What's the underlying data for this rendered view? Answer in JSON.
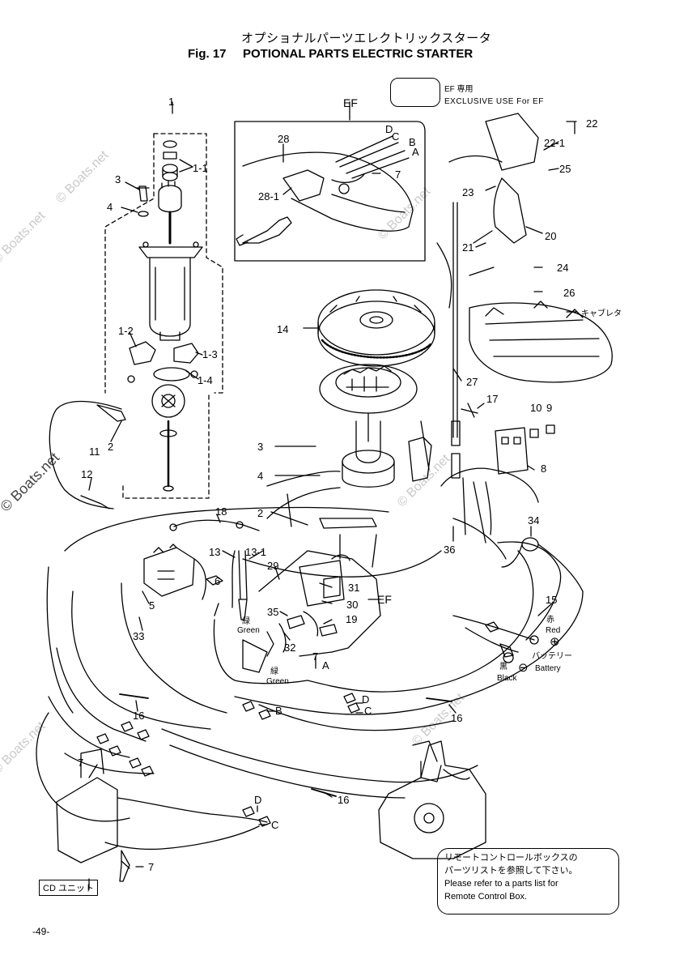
{
  "title": {
    "jp": "オプショナルパーツエレクトリックスタータ",
    "fig": "Fig. 17",
    "en": "POTIONAL PARTS ELECTRIC STARTER"
  },
  "ef_note": {
    "line1": "EF 専用",
    "line2": "EXCLUSIVE USE For EF"
  },
  "group_labels": {
    "ef_top": "EF",
    "ef_mid": "EF",
    "carburetor": "キャブレタ"
  },
  "part_labels": [
    "1",
    "1-1",
    "3",
    "4",
    "1-2",
    "1-3",
    "1-4",
    "11",
    "2",
    "12",
    "28",
    "D",
    "C",
    "B",
    "A",
    "7",
    "28-1",
    "22",
    "22-1",
    "25",
    "23",
    "20",
    "21",
    "24",
    "26",
    "14",
    "27",
    "17",
    "10",
    "9",
    "8",
    "3",
    "4",
    "2",
    "34",
    "36",
    "18",
    "13",
    "13-1",
    "29",
    "31",
    "30",
    "6",
    "5",
    "33",
    "35",
    "19",
    "32",
    "7",
    "A",
    "15",
    "16",
    "16",
    "16",
    "D",
    "C",
    "B",
    "D",
    "C",
    "7",
    "7"
  ],
  "wire_labels": {
    "green_jp_1": "緑",
    "green_1": "Green",
    "green_jp_2": "緑",
    "green_2": "Green",
    "red_jp": "赤",
    "red": "Red",
    "black_jp": "黒",
    "black": "Black",
    "battery_jp": "バッテリー",
    "battery": "Battery",
    "plus": "⊕",
    "minus": "⊖"
  },
  "cd_unit": "CD ユニット",
  "remote_note": {
    "jp1": "リモートコントロールボックスの",
    "jp2": "パーツリストを参照して下さい。",
    "en1": "Please refer to a parts list for",
    "en2": "Remote Control Box."
  },
  "page_number": "-49-",
  "watermark": "© Boats.net"
}
